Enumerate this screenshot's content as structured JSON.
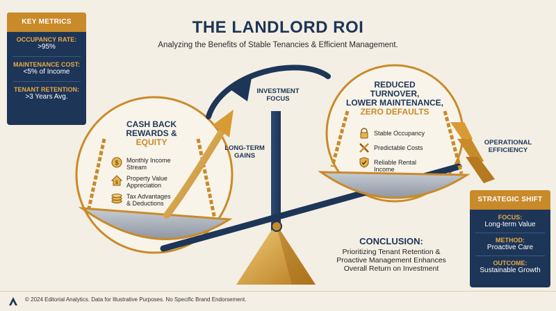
{
  "title": "THE LANDLORD ROI",
  "subtitle": "Analyzing the Benefits of Stable Tenancies & Efficient Management.",
  "key_metrics": {
    "heading": "KEY METRICS",
    "items": [
      {
        "label": "OCCUPANCY RATE:",
        "value": ">95%"
      },
      {
        "label": "MAINTENANCE COST:",
        "value": "<5% of Income"
      },
      {
        "label": "TENANT RETENTION:",
        "value": ">3 Years Avg."
      }
    ]
  },
  "left_pan": {
    "title_line1": "CASH BACK",
    "title_line2": "REWARDS &",
    "title_line3": "EQUITY",
    "items": [
      {
        "icon": "coin-icon",
        "line1": "Monthly Income",
        "line2": "Stream"
      },
      {
        "icon": "house-dollar-icon",
        "line1": "Property Value",
        "line2": "Appreciation"
      },
      {
        "icon": "coin-stack-icon",
        "line1": "Tax Advantages",
        "line2": "& Deductions"
      }
    ]
  },
  "right_pan": {
    "title_line1": "REDUCED",
    "title_line2": "TURNOVER,",
    "title_line3": "LOWER MAINTENANCE,",
    "title_line4": "ZERO DEFAULTS",
    "items": [
      {
        "icon": "lock-icon",
        "line1": "Stable Occupancy",
        "line2": ""
      },
      {
        "icon": "tools-icon",
        "line1": "Predictable Costs",
        "line2": ""
      },
      {
        "icon": "shield-check-icon",
        "line1": "Reliable Rental",
        "line2": "Income"
      }
    ]
  },
  "investment_focus": {
    "line1": "INVESTMENT",
    "line2": "FOCUS"
  },
  "long_term_gains": {
    "line1": "LONG-TERM",
    "line2": "GAINS"
  },
  "operational_efficiency": {
    "line1": "OPERATIONAL",
    "line2": "EFFICIENCY"
  },
  "strategic_shift": {
    "heading": "STRATEGIC SHIFT",
    "items": [
      {
        "label": "FOCUS:",
        "value": "Long-term Value"
      },
      {
        "label": "METHOD:",
        "value": "Proactive Care"
      },
      {
        "label": "OUTCOME:",
        "value": "Sustainable Growth"
      }
    ]
  },
  "conclusion": {
    "heading": "CONCLUSION:",
    "line1": "Prioritizing Tenant Retention &",
    "line2": "Proactive Management Enhances",
    "line3": "Overall Return on Investment"
  },
  "footer": {
    "text": "© 2024 Editorial Analytics. Data for Illustrative Purposes. No Specific Brand Endorsement.",
    "logo_icon": "a-logo-icon"
  },
  "colors": {
    "navy": "#1d3557",
    "gold": "#c98a2a",
    "background": "#f4efe4"
  }
}
